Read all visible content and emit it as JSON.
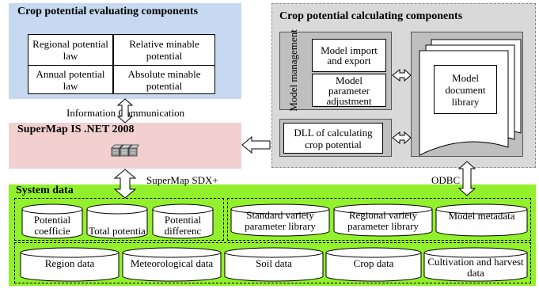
{
  "evaluating": {
    "title": "Crop potential  evaluating  components",
    "cells": [
      "Regional potential law",
      "Relative minable potential",
      "Annual potential law",
      "Absolute minable potential"
    ]
  },
  "info_comm_label": "Information Communication",
  "supermap": {
    "title": "SuperMap IS .NET 2008"
  },
  "calculating": {
    "title": "Crop potential  calculating  components",
    "model_management": "Model management",
    "model_import_export": "Model import and export",
    "model_param_adjust": "Model parameter adjustment",
    "model_doc_library": "Model document library",
    "dll": "DLL of calculating crop potential"
  },
  "sdx_label": "SuperMap SDX+",
  "odbc_label": "ODBC",
  "system_data": {
    "title": "System data",
    "row1_left": [
      "Potential coefficie",
      "Total potentia",
      "Potential differenc"
    ],
    "row1_right": [
      "Standard variety parameter library",
      "Regional variety parameter library",
      "Model metadata"
    ],
    "row2": [
      "Region data",
      "Meteorological  data",
      "Soil data",
      "Crop data",
      "Cultivation and harvest data"
    ]
  },
  "colors": {
    "evaluating_bg": "#c6d9f1",
    "supermap_bg": "#f2d0d0",
    "calculating_bg": "#d9d9d9",
    "inner_gray": "#bfbfbf",
    "system_bg": "#92f12c"
  }
}
